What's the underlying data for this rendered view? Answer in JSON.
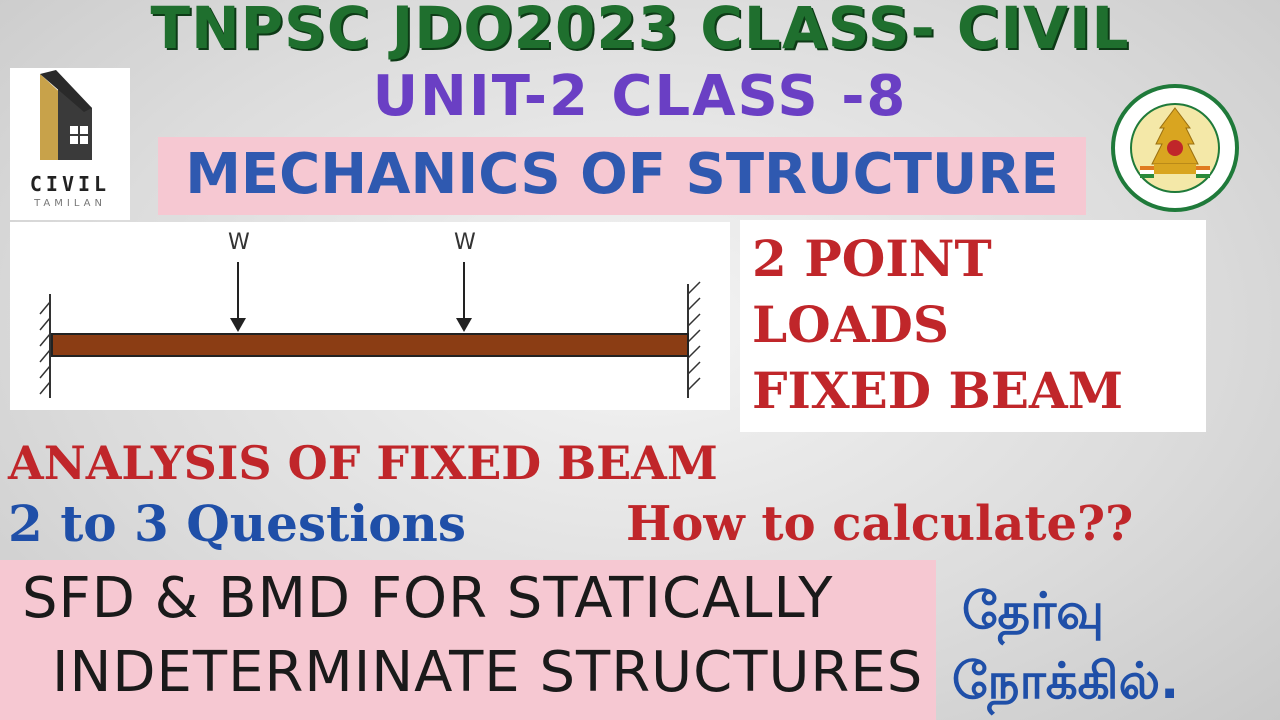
{
  "header": {
    "title": "TNPSC JDO2023 CLASS- CIVIL",
    "unit": "UNIT-2 CLASS -8",
    "subject": "MECHANICS OF STRUCTURE"
  },
  "logo": {
    "brand": "CIVIL",
    "tagline": "TAMILAN"
  },
  "diagram": {
    "load_left": "W",
    "load_right": "W",
    "beam_color": "#8b3d14"
  },
  "info": {
    "line1": "2 POINT",
    "line2": "LOADS",
    "line3": "FIXED BEAM"
  },
  "analysis": "ANALYSIS OF FIXED BEAM",
  "questions": "2 to 3 Questions",
  "how": "How to calculate??",
  "sfd": {
    "line1": "SFD & BMD FOR STATICALLY",
    "line2": "INDETERMINATE STRUCTURES"
  },
  "tamil": {
    "line1": "தேர்வு",
    "line2": "நோக்கில்."
  },
  "colors": {
    "title_green": "#1f6f2e",
    "unit_purple": "#6a3fc4",
    "accent_red": "#c0262a",
    "accent_blue": "#1f4fa8",
    "band_pink": "#f6c8d2"
  }
}
